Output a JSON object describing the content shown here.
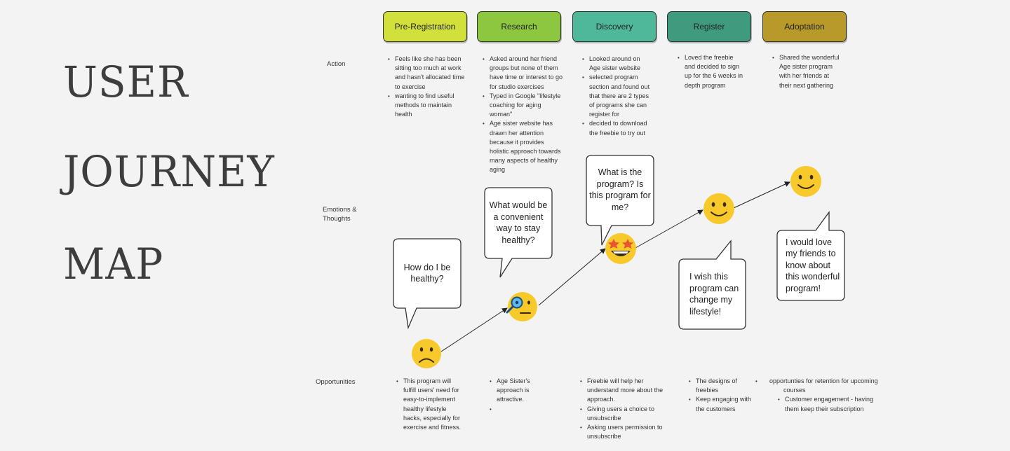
{
  "title": {
    "line1": "USER",
    "line2": "JOURNEY",
    "line3": "MAP"
  },
  "stages": [
    {
      "label": "Pre-Registration",
      "color": "#d2e03b"
    },
    {
      "label": "Research",
      "color": "#8dc63f"
    },
    {
      "label": "Discovery",
      "color": "#50b89a"
    },
    {
      "label": "Register",
      "color": "#3f9a7e"
    },
    {
      "label": "Adoptation",
      "color": "#b79a2a"
    }
  ],
  "row_labels": {
    "action": "Action",
    "emotions": "Emotions & Thoughts",
    "opportunities": "Opportunities"
  },
  "actions": [
    [
      "Feels like she has been sitting too much at work and hasn't allocated time to exercise",
      "wanting to find useful methods to maintain health"
    ],
    [
      "Asked around her friend groups but none of them have time or interest to go for studio exercises",
      "Typed in Google \"lifestyle coaching for aging woman\"",
      "Age sister website has drawn her attention because it provides holistic approach towards many aspects of healthy aging"
    ],
    [
      "Looked around on Age sister website",
      "selected program section and found out that there are 2 types of programs she can register for",
      "decided to download the freebie to try out"
    ],
    [
      "Loved the freebie and decided to sign up for the 6 weeks in depth program"
    ],
    [
      "Shared the wonderful Age sister program with her friends at their next gathering"
    ]
  ],
  "thoughts": [
    "How do I be healthy?",
    "What would be a convenient way to stay healthy?",
    "What is the program? Is this program for me?",
    "I wish this program can change my lifestyle!",
    "I would love my friends to know about this wonderful program!"
  ],
  "emotion_icons": [
    "sad-face-icon",
    "neutral-magnifier-face-icon",
    "star-struck-face-icon",
    "smiling-face-icon",
    "smiling-face-icon"
  ],
  "opportunities": [
    [
      "This program will fulfill users' need for easy-to-implement healthy lifestyle hacks, especially for exercise and fitness."
    ],
    [
      "Age Sister's approach is attractive.",
      ""
    ],
    [
      "Freebie will help her understand more about the approach.",
      "Giving users a choice to unsubscribe",
      "Asking users permission to unsubscribe"
    ],
    [
      "The designs of freebies",
      "Keep engaging with the customers"
    ],
    [
      "opportunties for retention for upcoming courses",
      "Customer engagement - having them keep their subscription"
    ]
  ],
  "emoji_color": "#f7c92a"
}
